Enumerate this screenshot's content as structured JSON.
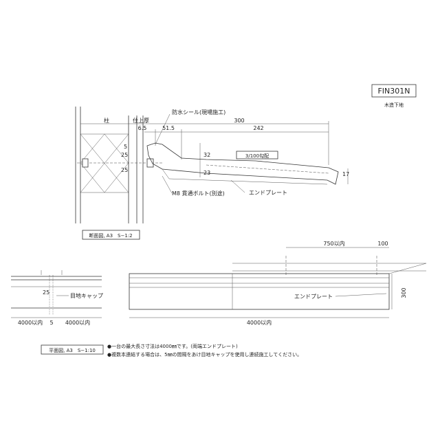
{
  "model": {
    "code": "FIN301N",
    "substrate": "木造下地"
  },
  "section": {
    "labels": {
      "pillar": "柱",
      "finish_thickness": "仕上厚",
      "waterproof_seal": "防水シール(現場施工)",
      "bolt": "M8 貫通ボルト(別途)",
      "end_plate": "エンドプレート",
      "slope": "3/100勾配"
    },
    "dimensions": {
      "total_width": "300",
      "d_6_5": "6.5",
      "d_51_5": "51.5",
      "d_242": "242",
      "d_5": "5",
      "d_25_top": "25",
      "d_25_bottom": "25",
      "d_32": "32",
      "d_23": "23",
      "d_17": "17"
    },
    "caption": "断面図, A3　S−1:2"
  },
  "plan": {
    "labels": {
      "joint_cap": "目地キャップ",
      "end_plate": "エンドプレート"
    },
    "dimensions": {
      "d_25": "25",
      "left_length": "4000以内",
      "gap": "5",
      "right_length": "4000以内",
      "overall_length": "4000以内",
      "pitch": "750以内",
      "end_100": "100",
      "height_300": "300"
    },
    "caption": "平面図, A3　S−1:10"
  },
  "notes": [
    "●一台の最大長さ寸法は4000㎜です。(両端エンドプレート)",
    "●複数本連結する場合は、5㎜の間隔をあけ目地キャップを使用し連続施工してください。"
  ]
}
